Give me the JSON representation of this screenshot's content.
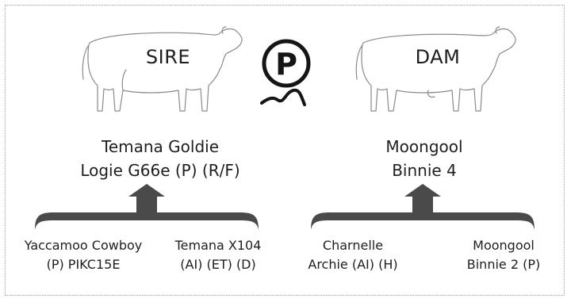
{
  "sire": {
    "label": "SIRE",
    "name_line1": "Temana Goldie",
    "name_line2": "Logie G66e (P) (R/F)",
    "parents": [
      {
        "line1": "Yaccamoo Cowboy",
        "line2": "(P) PIKC15E"
      },
      {
        "line1": "Temana X104",
        "line2": "(AI) (ET) (D)"
      }
    ]
  },
  "dam": {
    "label": "DAM",
    "name_line1": "Moongool",
    "name_line2": "Binnie 4",
    "parents": [
      {
        "line1": "Charnelle",
        "line2": "Archie (AI) (H)"
      },
      {
        "line1": "Moongool",
        "line2": "Binnie 2 (P)"
      }
    ]
  },
  "logo": {
    "letter": "P"
  },
  "colors": {
    "arrow": "#4a4a4a",
    "outline": "#7a7a7a",
    "text": "#1e1e1e"
  }
}
